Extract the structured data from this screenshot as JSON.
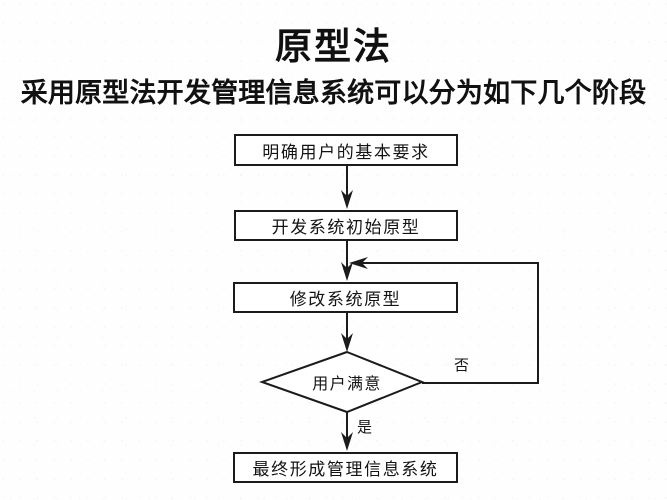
{
  "slide": {
    "title": "原型法",
    "subtitle": "采用原型法开发管理信息系统可以分为如下几个阶段"
  },
  "flowchart": {
    "nodes": [
      {
        "id": "step1",
        "type": "process",
        "label": "明确用户的基本要求"
      },
      {
        "id": "step2",
        "type": "process",
        "label": "开发系统初始原型"
      },
      {
        "id": "step3",
        "type": "process",
        "label": "修改系统原型"
      },
      {
        "id": "decision",
        "type": "decision",
        "label": "用户满意"
      },
      {
        "id": "step4",
        "type": "process",
        "label": "最终形成管理信息系统"
      }
    ],
    "edge_labels": {
      "no": "否",
      "yes": "是"
    },
    "line_color": "#1b1b1b"
  }
}
